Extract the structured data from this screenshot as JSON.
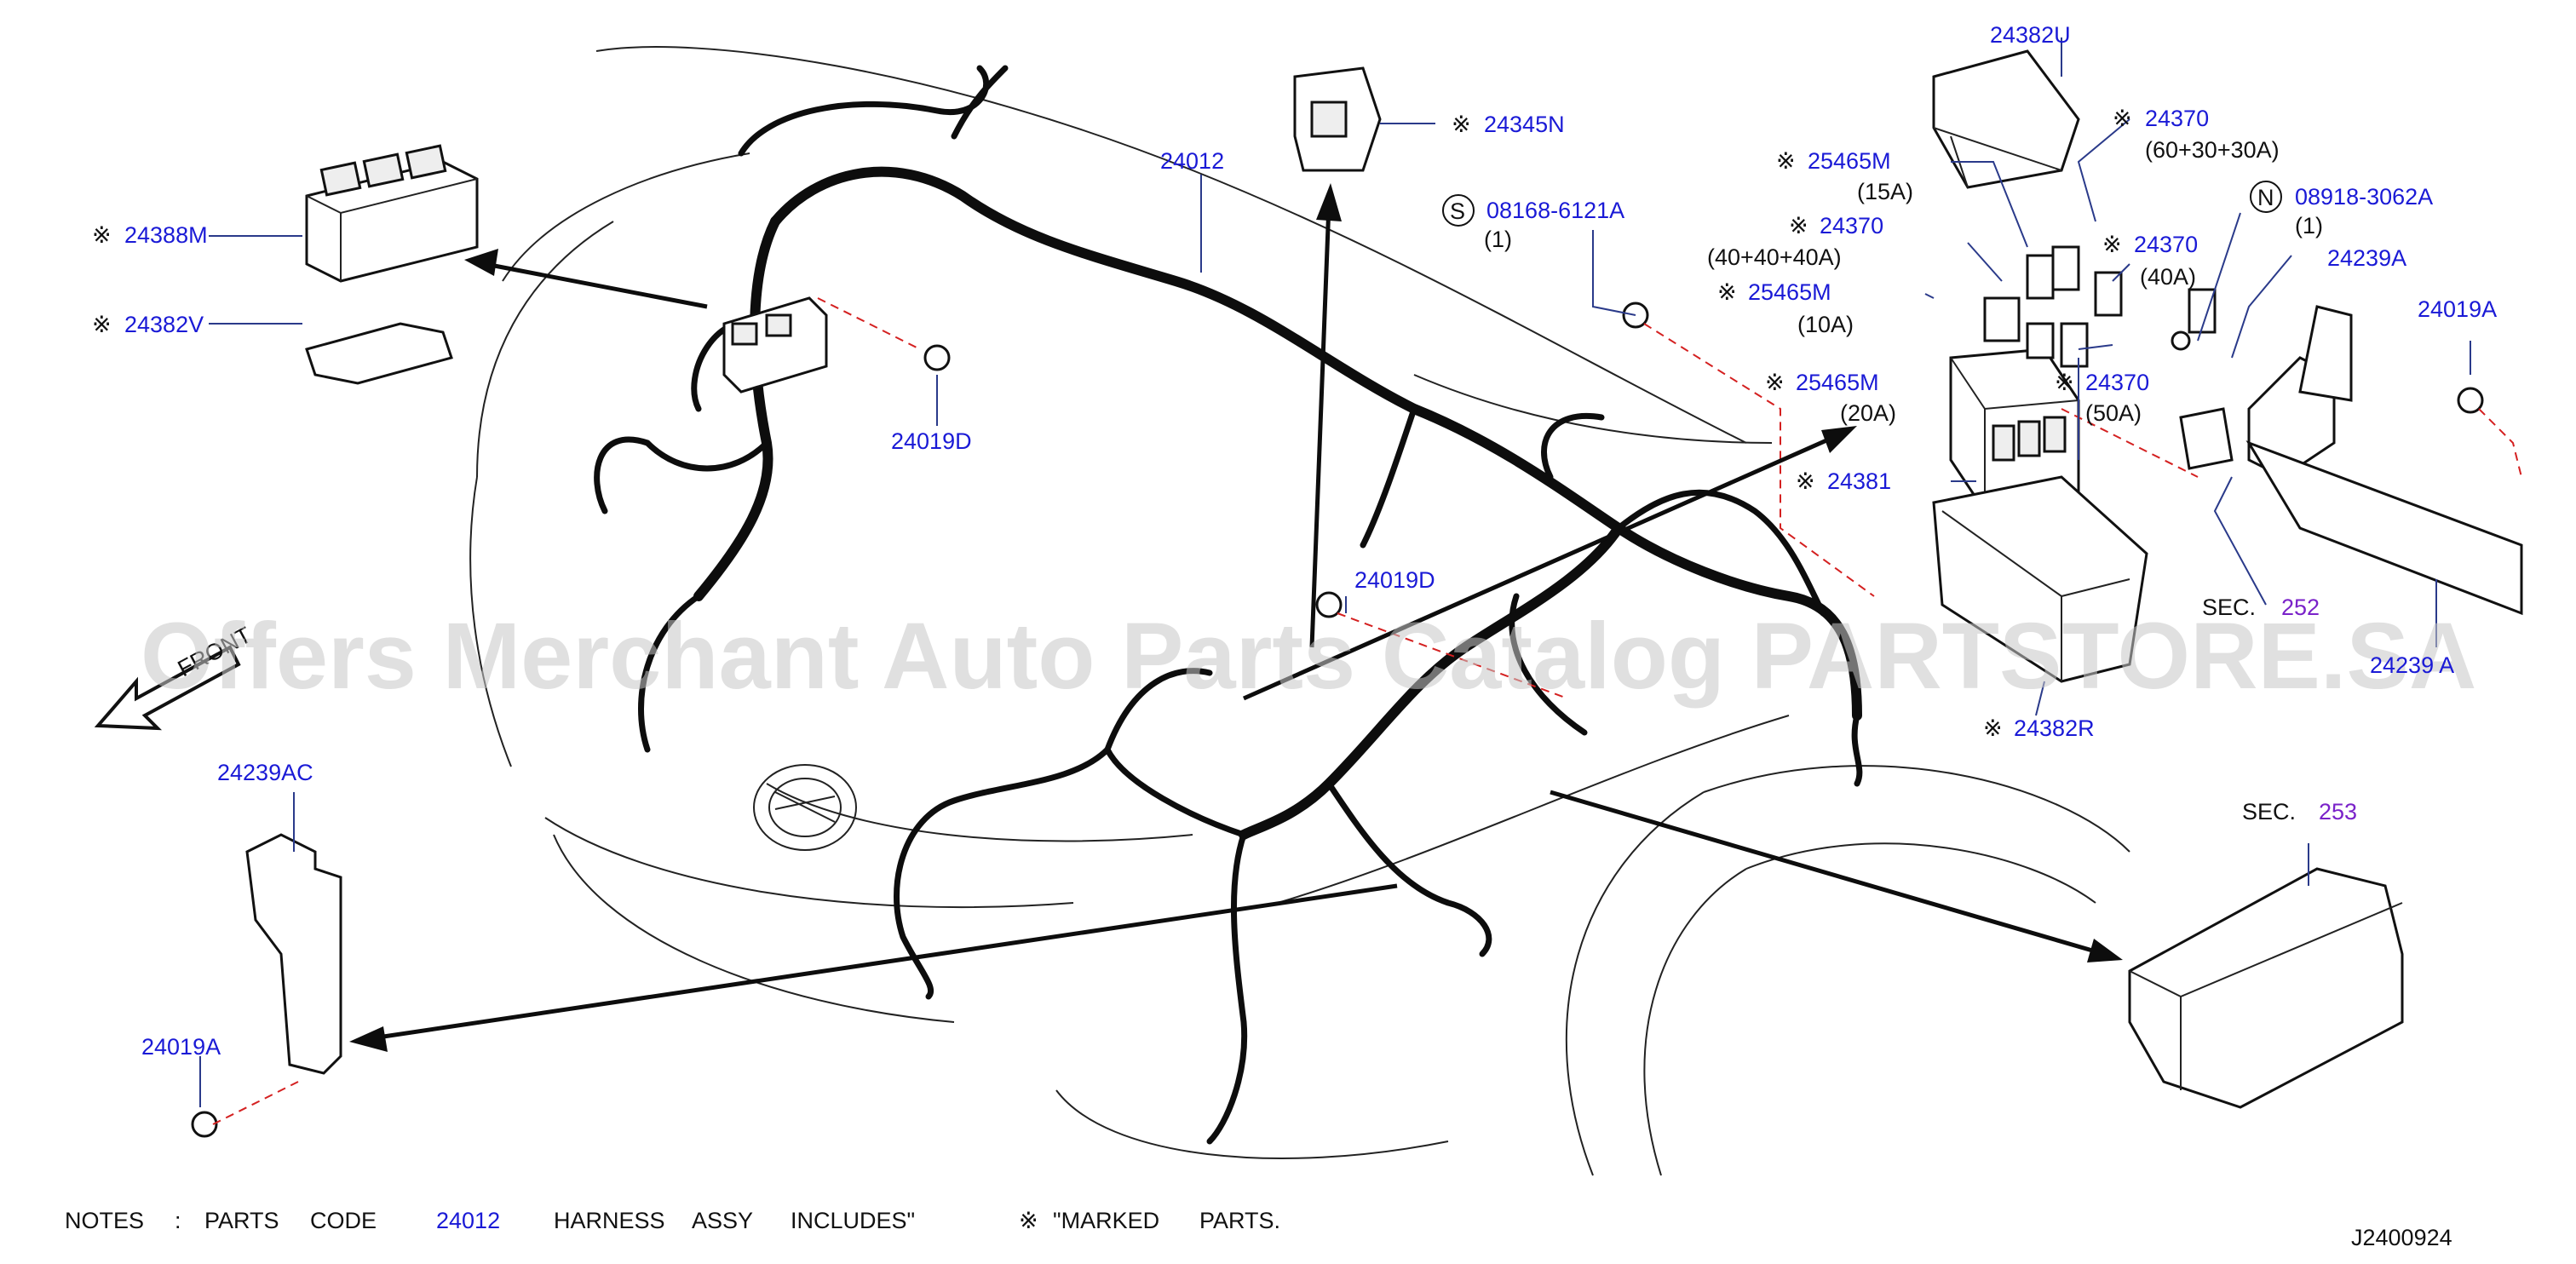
{
  "labels": {
    "p24382U": "24382U",
    "p24370_60": "24370",
    "a60_30_30": "(60+30+30A)",
    "p25465M_15": "25465M",
    "a15": "(15A)",
    "p24370_40x3": "24370",
    "a40_40_40": "(40+40+40A)",
    "p25465M_10": "25465M",
    "a10": "(10A)",
    "p24370_40": "24370",
    "a40": "(40A)",
    "p25465M_20": "25465M",
    "a20": "(20A)",
    "p24370_50": "24370",
    "a50": "(50A)",
    "p24381": "24381",
    "p24382R": "24382R",
    "p24345N": "24345N",
    "p24012": "24012",
    "s_code": "S",
    "p08168": "08168-6121A",
    "q1a": "(1)",
    "n_code": "N",
    "p08918": "08918-3062A",
    "q1b": "(1)",
    "p24239A": "24239A",
    "p24019A_top": "24019A",
    "p24388M": "24388M",
    "p24382V": "24382V",
    "p24019D_left": "24019D",
    "p24019D_mid": "24019D",
    "p24239AC": "24239AC",
    "p24019A_bottom": "24019A",
    "sec_word_a": "SEC.",
    "sec_252": "252",
    "sec_word_b": "SEC.",
    "sec_253": "253",
    "p24239_partial": "24239 A",
    "front": "FRONT"
  },
  "notes": {
    "prefix": "NOTES",
    "colon": ":",
    "parts": "PARTS",
    "code": "CODE",
    "code_value": "24012",
    "harness": "HARNESS",
    "assy": "ASSY",
    "includes": "INCLUDES\"",
    "marked_text": "\"MARKED",
    "parts_end": "PARTS."
  },
  "diagram_id": "J2400924",
  "watermark": "Offers Merchant Auto Parts Catalog PARTSTORE.SA",
  "mark_symbol": "※",
  "colors": {
    "part_number": "#1a1ad6",
    "section_ref": "#7a22c9",
    "dash_line": "#d42020",
    "ink": "#0d0d0d"
  }
}
